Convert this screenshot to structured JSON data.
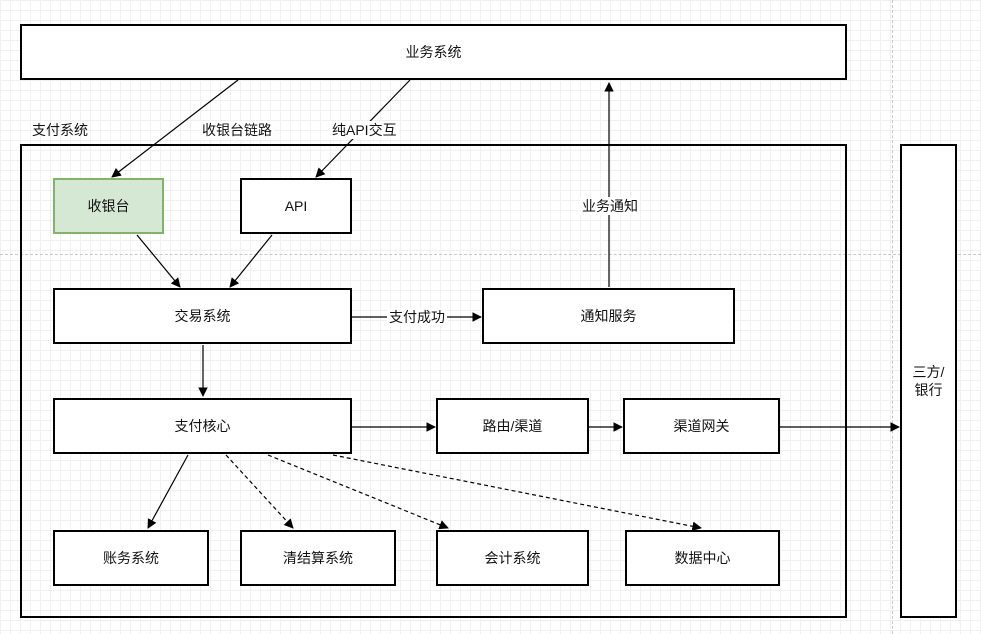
{
  "nodes": {
    "business_system": "业务系统",
    "cashier": "收银台",
    "api": "API",
    "trade_system": "交易系统",
    "notify_service": "通知服务",
    "pay_core": "支付核心",
    "routing_channel": "路由/渠道",
    "channel_gateway": "渠道网关",
    "account_system": "账务系统",
    "clearing_system": "清结算系统",
    "accounting_system": "会计系统",
    "data_center": "数据中心",
    "third_party_bank": "三方/银行"
  },
  "groups": {
    "payment_system": "支付系统"
  },
  "edge_labels": {
    "cashier_link": "收银台链路",
    "pure_api": "纯API交互",
    "biz_notify": "业务通知",
    "pay_success": "支付成功"
  },
  "colors": {
    "highlight_fill": "#d5e8d4",
    "highlight_border": "#82b366",
    "line": "#000000"
  }
}
